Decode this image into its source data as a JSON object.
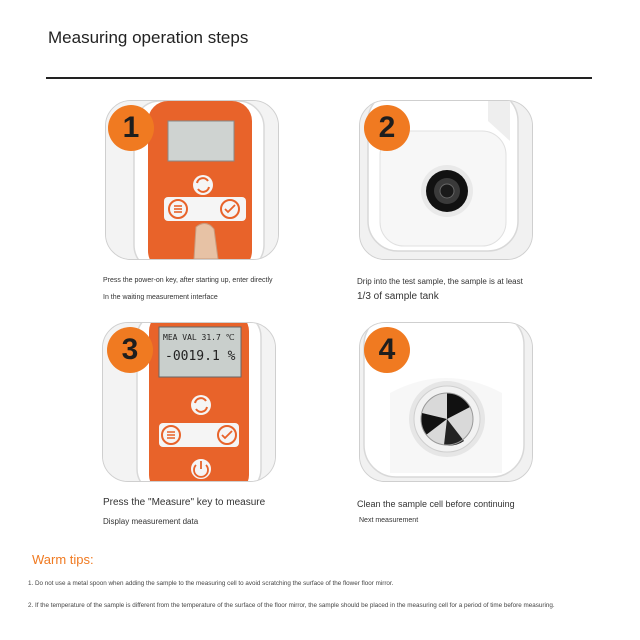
{
  "header": {
    "title": "Measuring operation steps"
  },
  "steps": [
    {
      "number": "1",
      "line1": "Press the power-on key, after starting up, enter directly",
      "line2": "In the waiting measurement interface"
    },
    {
      "number": "2",
      "line1": "Drip into the test sample, the sample is at least",
      "line2": "1/3 of sample tank"
    },
    {
      "number": "3",
      "line1": "Press the \"Measure\" key to measure",
      "line2": "Display measurement data",
      "screen_top": "MEA VAL  31.7 ℃",
      "screen_value": "-0019.1 %"
    },
    {
      "number": "4",
      "line1": "Clean the sample cell before continuing",
      "line2": "Next measurement"
    }
  ],
  "warm_tips": {
    "title": "Warm tips:",
    "items": [
      "1. Do not use a metal spoon when adding the sample to the measuring cell to avoid scratching the surface of the flower floor mirror.",
      "2. If the temperature of the sample is different from the temperature of the surface of the floor mirror, the sample should be placed in the measuring cell for a period of time before measuring."
    ]
  },
  "colors": {
    "accent": "#f07a21",
    "device_orange": "#e8632a",
    "device_white": "#f4f4f4"
  },
  "icons": [
    "refresh-icon",
    "menu-icon",
    "check-icon",
    "power-icon",
    "finger"
  ]
}
